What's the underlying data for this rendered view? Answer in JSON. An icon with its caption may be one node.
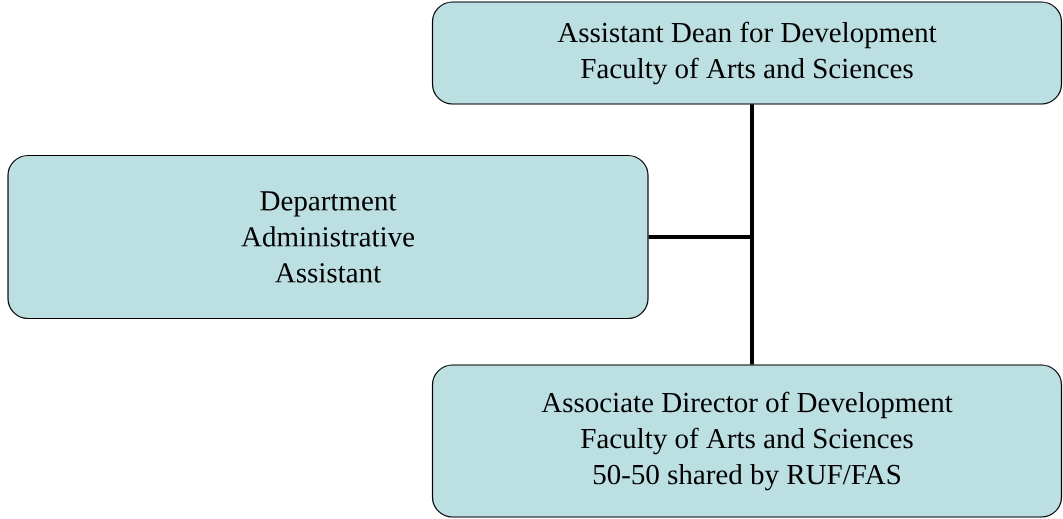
{
  "diagram": {
    "nodes": [
      {
        "text": [
          "Assistant Dean for Development",
          "Faculty of Arts and Sciences"
        ]
      },
      {
        "text": [
          "Department Administrative Assistant"
        ]
      },
      {
        "text": [
          "Associate Director of Development",
          "Faculty of Arts and Sciences",
          "50-50 shared by RUF/FAS"
        ]
      }
    ],
    "edges": [
      {
        "from": 0,
        "to": 2,
        "arrow": "none"
      },
      {
        "from": 1,
        "to": 0,
        "arrow": "none"
      }
    ]
  }
}
